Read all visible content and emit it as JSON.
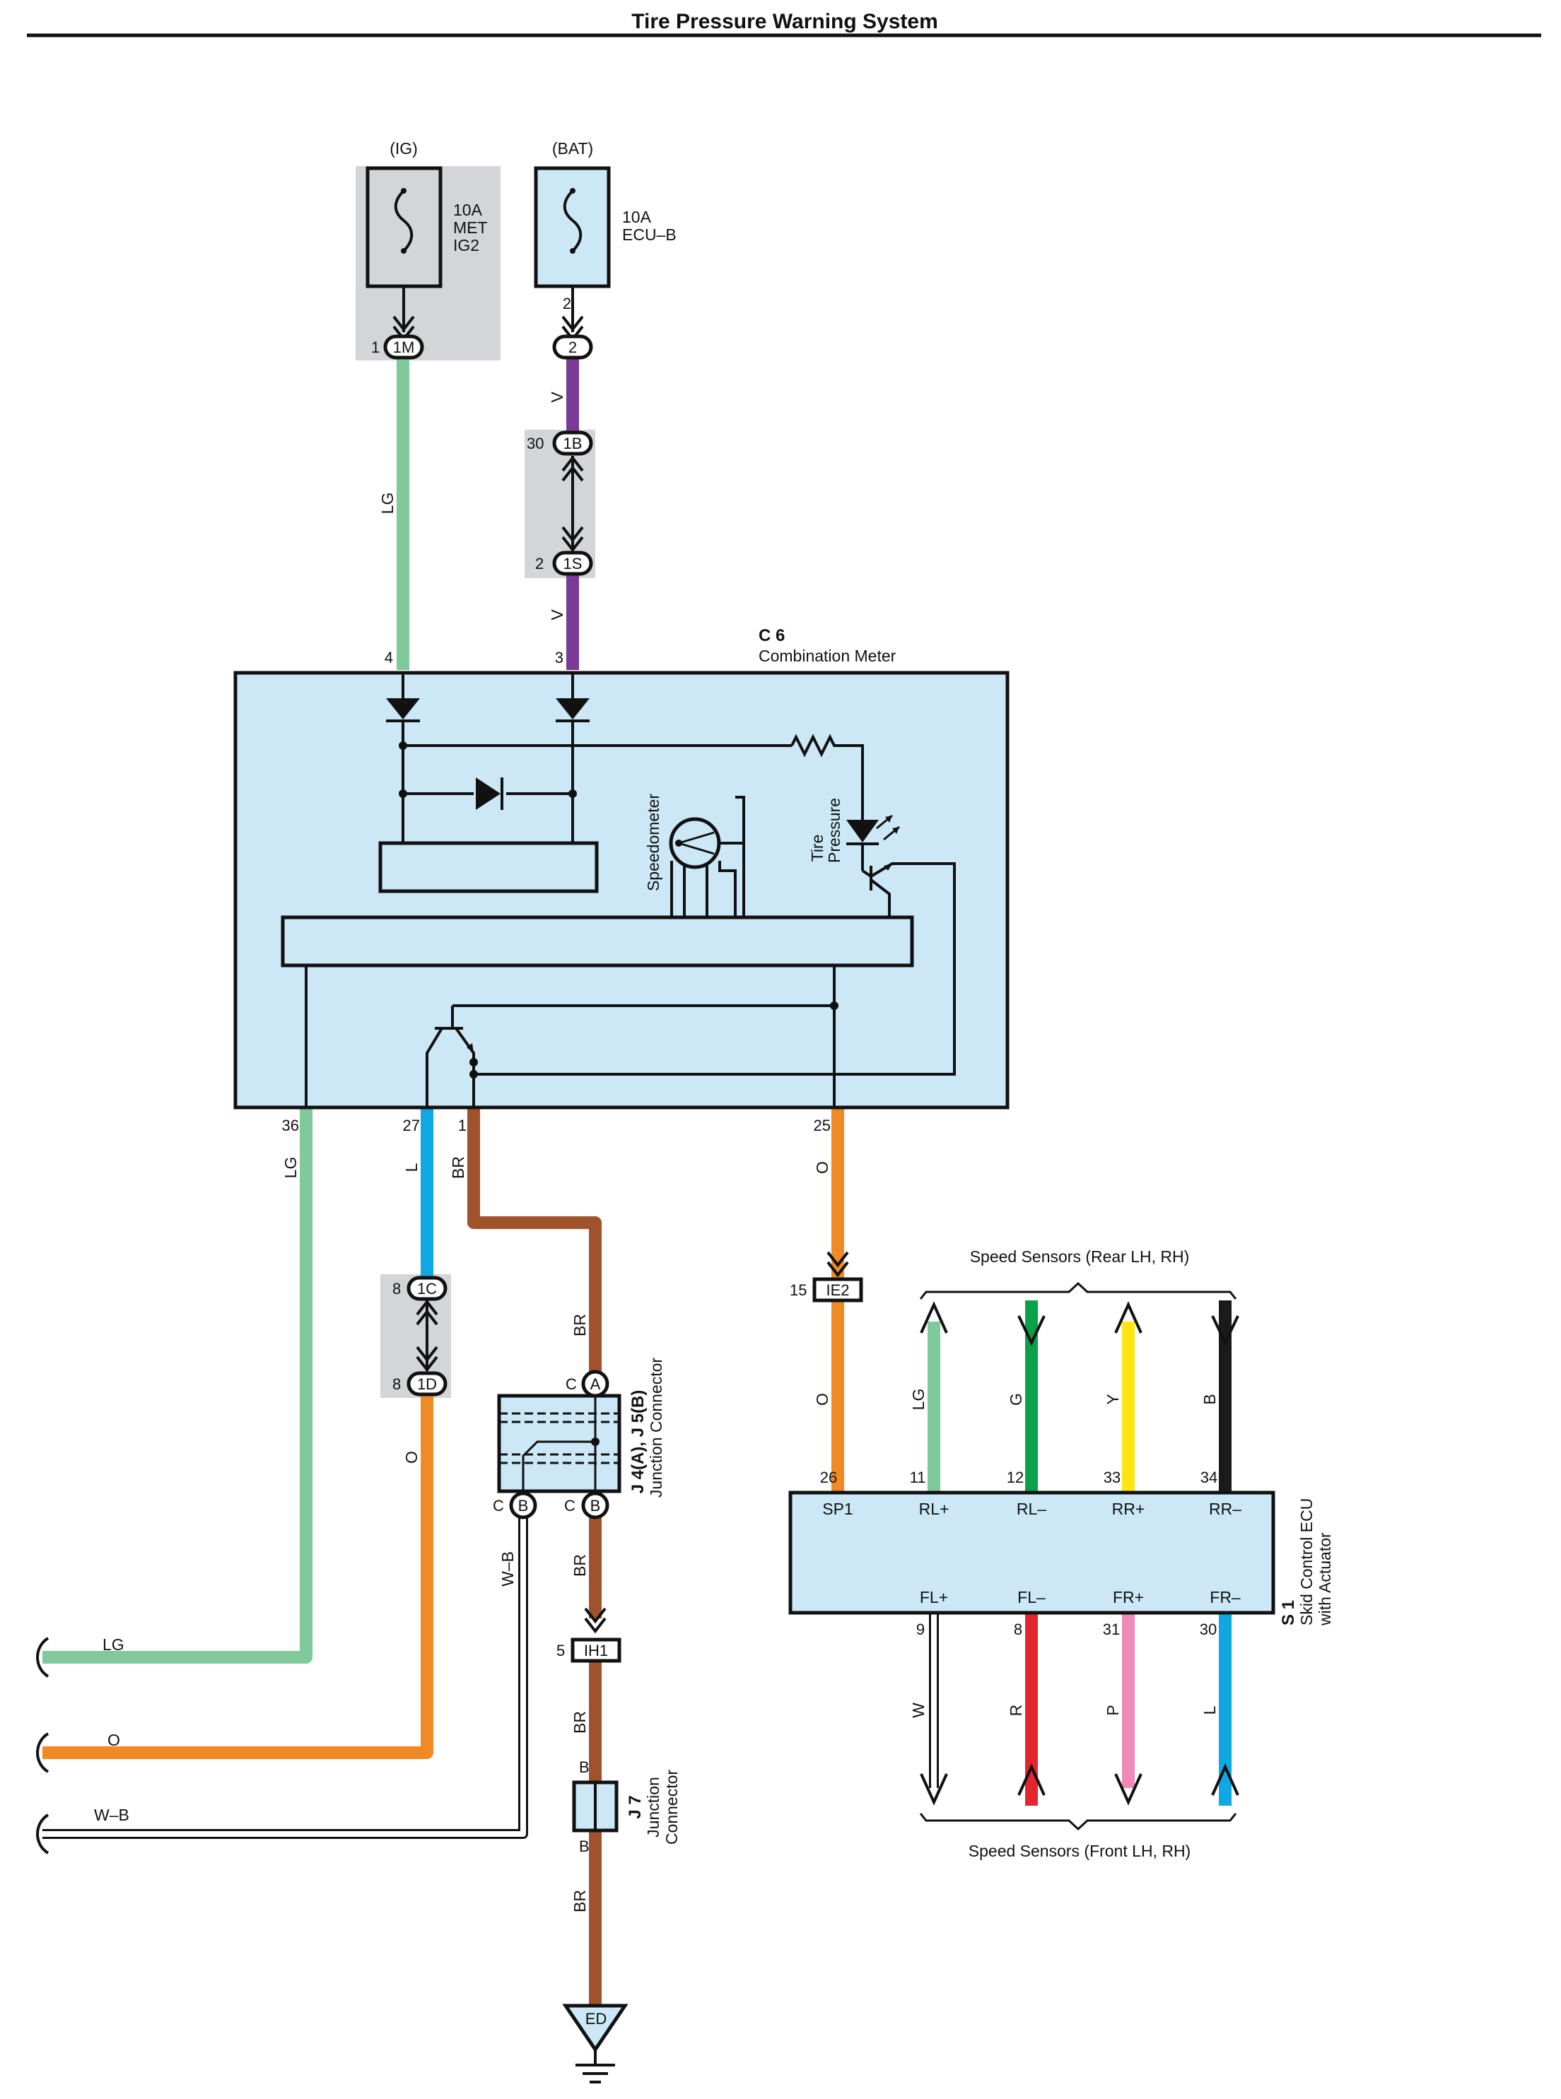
{
  "title": "Tire Pressure Warning System",
  "colors": {
    "LG": "#7fc99b",
    "V": "#7a3a97",
    "L": "#10a8e3",
    "BR": "#a0522d",
    "O": "#f08a24",
    "G": "#0aa14a",
    "Y": "#ffe512",
    "B": "#1a1a1a",
    "R": "#e3262e",
    "P": "#ef8ab8",
    "W": "#ffffff",
    "WB": "#ffffff",
    "module": "#cce8f7",
    "shaded": "#d4d5d8"
  },
  "fuses": {
    "ig": {
      "source": "(IG)",
      "rating": "10A",
      "name1": "MET",
      "name2": "IG2",
      "pin": "1",
      "conn": "1M"
    },
    "bat": {
      "source": "(BAT)",
      "rating": "10A",
      "name": "ECU–B",
      "pin": "2",
      "conn": "2"
    }
  },
  "connectors": {
    "c1b": {
      "pin": "30",
      "id": "1B"
    },
    "c1s": {
      "pin": "2",
      "id": "1S"
    },
    "c1c": {
      "pin": "8",
      "id": "1C"
    },
    "c1d": {
      "pin": "8",
      "id": "1D"
    },
    "ie2": {
      "pin": "15",
      "id": "IE2"
    },
    "ih1": {
      "pin": "5",
      "id": "IH1"
    },
    "ja": {
      "pin": "C",
      "id": "A"
    },
    "jb1": {
      "pin": "C",
      "id": "B"
    },
    "jb2": {
      "pin": "C",
      "id": "B"
    },
    "ground": "ED"
  },
  "wire_labels": {
    "lg_top": "LG",
    "v1": "V",
    "v2": "V",
    "lg36": "LG",
    "l27": "L",
    "br1": "BR",
    "o25": "O",
    "o26": "O",
    "br_j": "BR",
    "o_left": "O",
    "wb": "W–B",
    "br_ih1": "BR",
    "br_ih1b": "BR",
    "br_gnd": "BR",
    "lg_edge": "LG",
    "o_edge": "O",
    "wb_edge": "W–B"
  },
  "combination_meter": {
    "code": "C 6",
    "name": "Combination Meter",
    "pins": {
      "p4": "4",
      "p3": "3",
      "p36": "36",
      "p27": "27",
      "p1": "1",
      "p25": "25"
    },
    "speedometer": "Speedometer",
    "tire1": "Tire",
    "tire2": "Pressure"
  },
  "junction": {
    "j45": "J 4(A), J 5(B)",
    "j45_name": "Junction Connector",
    "j7": "J 7",
    "j7_name1": "Junction",
    "j7_name2": "Connector",
    "j7_pin_top": "B",
    "j7_pin_bottom": "B"
  },
  "ecu": {
    "code": "S 1",
    "name1": "Skid Control ECU",
    "name2": "with Actuator",
    "top_pins": [
      {
        "num": "26",
        "term": "SP1"
      },
      {
        "num": "11",
        "term": "RL+",
        "wire": "LG"
      },
      {
        "num": "12",
        "term": "RL–",
        "wire": "G"
      },
      {
        "num": "33",
        "term": "RR+",
        "wire": "Y"
      },
      {
        "num": "34",
        "term": "RR–",
        "wire": "B"
      }
    ],
    "bottom_pins": [
      {
        "num": "9",
        "term": "FL+",
        "wire": "W"
      },
      {
        "num": "8",
        "term": "FL–",
        "wire": "R"
      },
      {
        "num": "31",
        "term": "FR+",
        "wire": "P"
      },
      {
        "num": "30",
        "term": "FR–",
        "wire": "L"
      }
    ],
    "rear_sensors": "Speed Sensors (Rear LH,  RH)",
    "front_sensors": "Speed Sensors (Front LH,  RH)"
  }
}
